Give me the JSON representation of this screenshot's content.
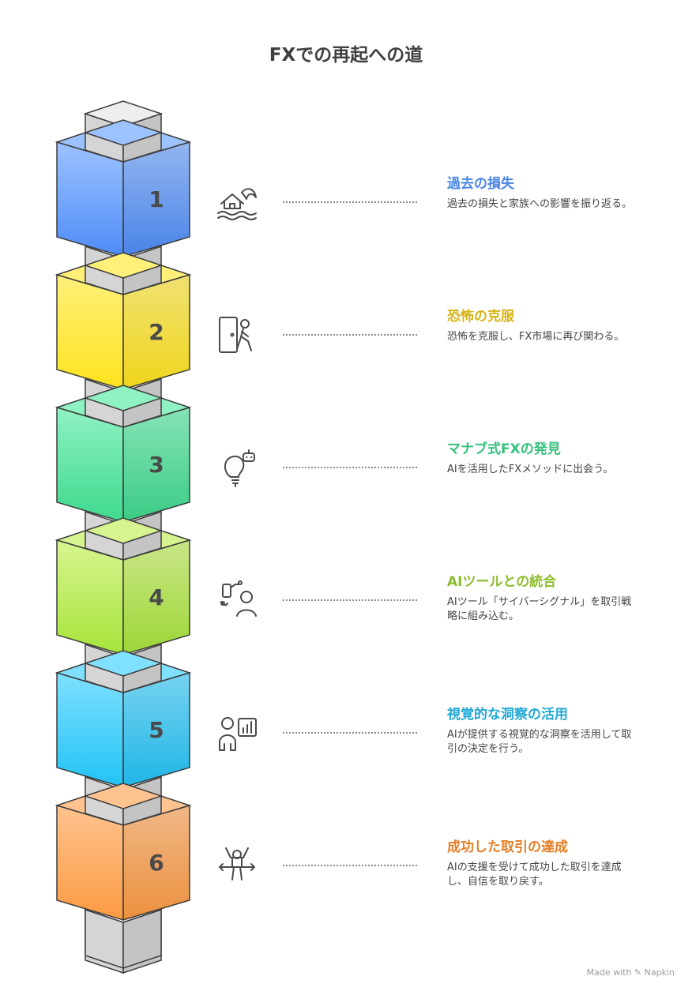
{
  "title": "FXでの再起への道",
  "steps": [
    {
      "number": "1",
      "heading": "過去の損失",
      "description": "過去の損失と家族への影響を振り返る。",
      "icon": "house-flood-icon",
      "color_top": "#9cc2ff",
      "color_bottom": "#4f8cf7",
      "heading_color": "#4a85e3"
    },
    {
      "number": "2",
      "heading": "恐怖の克服",
      "description": "恐怖を克服し、FX市場に再び関わる。",
      "icon": "person-leaving-door-icon",
      "color_top": "#fff07a",
      "color_bottom": "#ffe31e",
      "heading_color": "#d8b414"
    },
    {
      "number": "3",
      "heading": "マナブ式FXの発見",
      "description": "AIを活用したFXメソッドに出会う。",
      "icon": "lightbulb-robot-icon",
      "color_top": "#8ff2c2",
      "color_bottom": "#3ed98d",
      "heading_color": "#35c07b"
    },
    {
      "number": "4",
      "heading": "AIツールとの統合",
      "description": "AIツール「サイバーシグナル」を取引戦略に組み込む。",
      "icon": "user-with-device-icon",
      "color_top": "#d6f590",
      "color_bottom": "#a7e43a",
      "heading_color": "#8dbd2c"
    },
    {
      "number": "5",
      "heading": "視覚的な洞察の活用",
      "description": "AIが提供する視覚的な洞察を活用して取引の決定を行う。",
      "icon": "person-with-chart-icon",
      "color_top": "#7fe0ff",
      "color_bottom": "#22c2f5",
      "heading_color": "#1fa8d6"
    },
    {
      "number": "6",
      "heading": "成功した取引の達成",
      "description": "AIの支援を受けて成功した取引を達成し、自信を取り戻す。",
      "icon": "person-celebrating-finish-icon",
      "color_top": "#ffc38f",
      "color_bottom": "#fb9a42",
      "heading_color": "#e57e25"
    }
  ],
  "footer": "Made with ✎ Napkin"
}
